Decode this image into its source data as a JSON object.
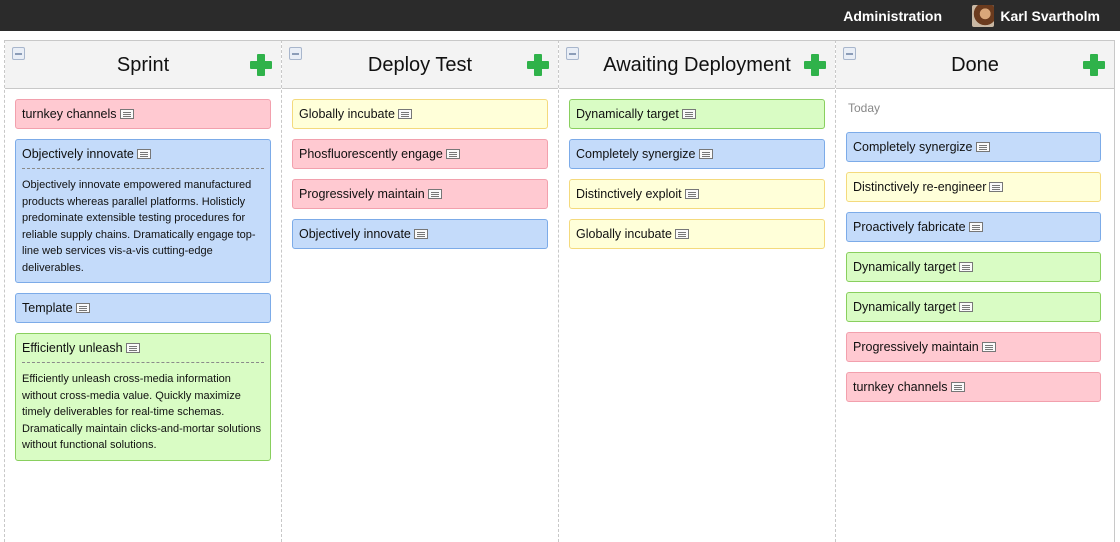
{
  "topbar": {
    "administration": "Administration",
    "user_name": "Karl Svartholm"
  },
  "colors": {
    "red": "#ffc9d1",
    "blue": "#c4dbfa",
    "yellow": "#ffffd9",
    "green": "#d9fcc4",
    "add_icon": "#2fb24a"
  },
  "columns": [
    {
      "title": "Sprint",
      "cards": [
        {
          "title": "turnkey channels",
          "color": "red"
        },
        {
          "title": "Objectively innovate",
          "color": "blue",
          "body": "Objectively innovate empowered manufactured products whereas parallel platforms. Holisticly predominate extensible testing procedures for reliable supply chains. Dramatically engage top-line web services vis-a-vis cutting-edge deliverables."
        },
        {
          "title": "Template",
          "color": "blue"
        },
        {
          "title": "Efficiently unleash",
          "color": "green",
          "body": "Efficiently unleash cross-media information without cross-media value. Quickly maximize timely deliverables for real-time schemas. Dramatically maintain clicks-and-mortar solutions without functional solutions."
        }
      ]
    },
    {
      "title": "Deploy Test",
      "cards": [
        {
          "title": "Globally incubate",
          "color": "yellow"
        },
        {
          "title": "Phosfluorescently engage",
          "color": "red"
        },
        {
          "title": "Progressively maintain",
          "color": "red"
        },
        {
          "title": "Objectively innovate",
          "color": "blue"
        }
      ]
    },
    {
      "title": "Awaiting Deployment",
      "cards": [
        {
          "title": "Dynamically target",
          "color": "green"
        },
        {
          "title": "Completely synergize",
          "color": "blue"
        },
        {
          "title": "Distinctively exploit",
          "color": "yellow"
        },
        {
          "title": "Globally incubate",
          "color": "yellow"
        }
      ]
    },
    {
      "title": "Done",
      "group_label": "Today",
      "cards": [
        {
          "title": "Completely synergize",
          "color": "blue"
        },
        {
          "title": "Distinctively re-engineer",
          "color": "yellow"
        },
        {
          "title": "Proactively fabricate",
          "color": "blue"
        },
        {
          "title": "Dynamically target",
          "color": "green"
        },
        {
          "title": "Dynamically target",
          "color": "green"
        },
        {
          "title": "Progressively maintain",
          "color": "red"
        },
        {
          "title": "turnkey channels",
          "color": "red"
        }
      ]
    }
  ]
}
